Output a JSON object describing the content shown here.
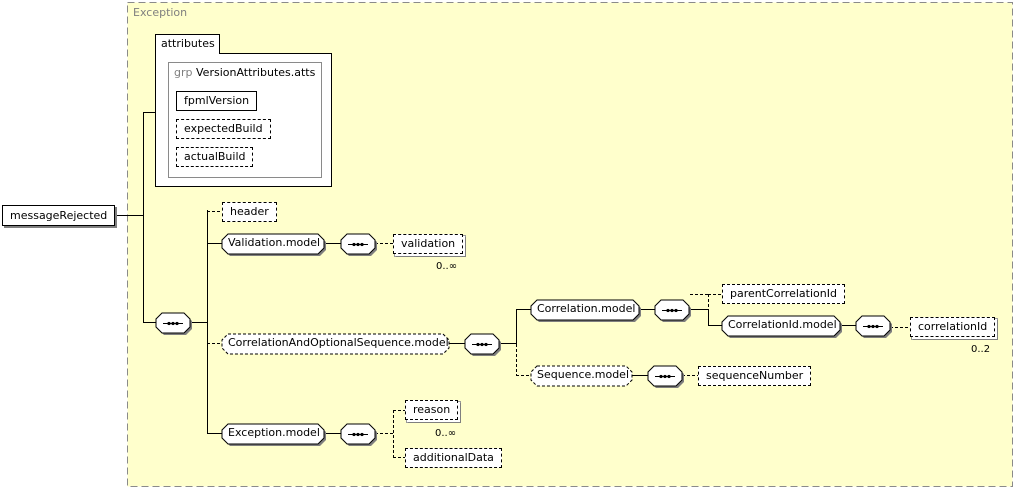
{
  "diagram": {
    "container_label": "Exception",
    "attributes_tab": "attributes",
    "attribute_group": {
      "prefix": "grp",
      "name": "VersionAttributes.atts"
    },
    "attributes": [
      "fpmlVersion",
      "expectedBuild",
      "actualBuild"
    ],
    "root_element": "messageRejected",
    "elements": {
      "header": "header",
      "validation_model": "Validation.model",
      "validation": "validation",
      "correlation_seq_model": "CorrelationAndOptionalSequence.model",
      "correlation_model": "Correlation.model",
      "parent_correlation_id": "parentCorrelationId",
      "correlation_id_model": "CorrelationId.model",
      "correlation_id": "correlationId",
      "sequence_model": "Sequence.model",
      "sequence_number": "sequenceNumber",
      "exception_model": "Exception.model",
      "reason": "reason",
      "additional_data": "additionalData"
    },
    "cardinalities": {
      "validation": "0..∞",
      "correlation_id": "0..2",
      "reason": "0..∞"
    },
    "colors": {
      "container_bg": "#ffffcc",
      "border": "#000000",
      "muted": "#7f7f7f"
    }
  }
}
